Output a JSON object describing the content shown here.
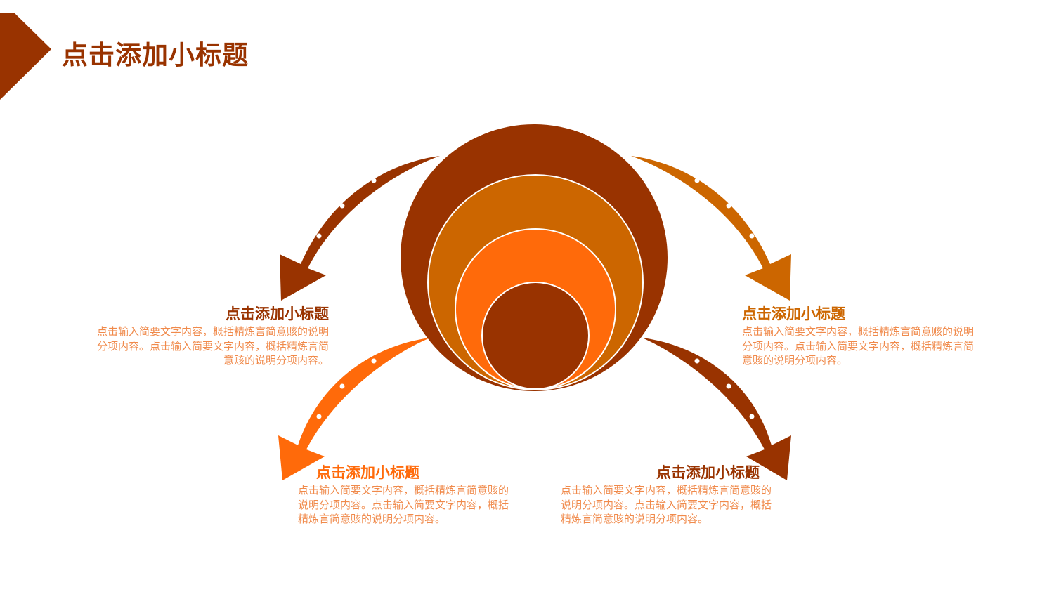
{
  "page": {
    "title": "点击添加小标题"
  },
  "colors": {
    "dark": "#993300",
    "mid": "#CC6600",
    "bright": "#FF6A0A",
    "text": "#F08A4B"
  },
  "items": [
    {
      "title": "点击添加小标题",
      "body": "点击输入简要文字内容，概括精炼言简意赅的说明分项内容。点击输入简要文字内容，概括精炼言简意赅的说明分项内容。"
    },
    {
      "title": "点击添加小标题",
      "body": "点击输入简要文字内容，概括精炼言简意赅的说明分项内容。点击输入简要文字内容，概括精炼言简意赅的说明分项内容。"
    },
    {
      "title": "点击添加小标题",
      "body": "点击输入简要文字内容，概括精炼言简意赅的说明分项内容。点击输入简要文字内容，概括精炼言简意赅的说明分项内容。"
    },
    {
      "title": "点击添加小标题",
      "body": "点击输入简要文字内容，概括精炼言简意赅的说明分项内容。点击输入简要文字内容，概括精炼言简意赅的说明分项内容。"
    }
  ]
}
